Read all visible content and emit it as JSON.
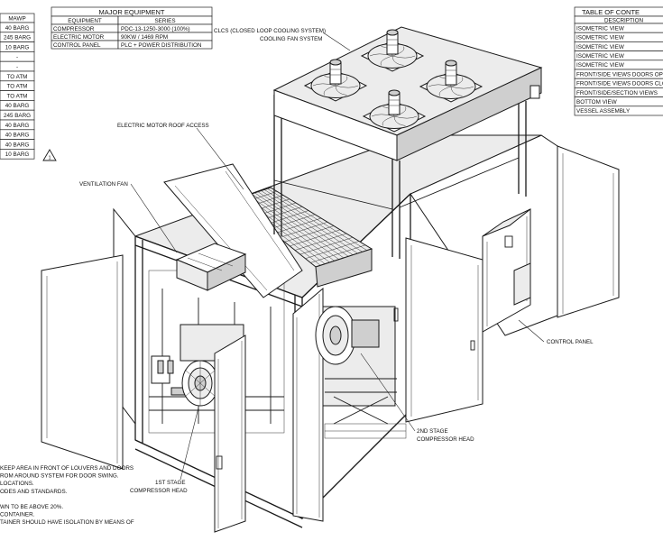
{
  "mawp_table": {
    "header": "MAWP",
    "rows": [
      "40 BARG",
      "245 BARG",
      "10 BARG",
      "-",
      "-",
      "TO ATM",
      "TO ATM",
      "TO ATM",
      "40 BARG",
      "245 BARG",
      "40 BARG",
      "40 BARG",
      "40 BARG",
      "10 BARG"
    ],
    "revision_mark": "1"
  },
  "major_equipment": {
    "title": "MAJOR EQUIPMENT",
    "columns": [
      "EQUIPMENT",
      "SERIES"
    ],
    "rows": [
      [
        "COMPRESSOR",
        "PDC-13-1250-3000 (100%)"
      ],
      [
        "ELECTRIC MOTOR",
        "90KW / 1469 RPM"
      ],
      [
        "CONTROL PANEL",
        "PLC + POWER DISTRIBUTION"
      ]
    ]
  },
  "table_of_contents": {
    "title": "TABLE OF CONTE",
    "column": "DESCRIPTION",
    "rows": [
      "ISOMETRIC VIEW",
      "ISOMETRIC VIEW",
      "ISOMETRIC VIEW",
      "ISOMETRIC VIEW",
      "ISOMETRIC VIEW",
      "FRONT/SIDE VIEWS DOORS OPE",
      "FRONT/SIDE VIEWS DOORS CLO",
      "FRONT/SIDE/SECTION VIEWS",
      "BOTTOM VIEW",
      "VESSEL ASSEMBLY"
    ]
  },
  "callouts": {
    "clcs_line1": "CLCS (CLOSED LOOP COOLING SYSTEM)",
    "clcs_line2": "COOLING FAN SYSTEM",
    "roof_access": "ELECTRIC MOTOR ROOF ACCESS",
    "ventilation_fan": "VENTILATION FAN",
    "control_panel": "CONTROL PANEL",
    "stage2_line1": "2ND STAGE",
    "stage2_line2": "COMPRESSOR HEAD",
    "stage1_line1": "1ST STAGE",
    "stage1_line2": "COMPRESSOR HEAD"
  },
  "notes": [
    "KEEP AREA IN FRONT OF LOUVERS AND DOORS",
    "ROM AROUND SYSTEM FOR DOOR SWING.",
    "LOCATIONS.",
    "ODES AND STANDARDS.",
    "",
    "WN TO BE ABOVE 20%.",
    "CONTAINER.",
    "TAINER SHOULD HAVE ISOLATION BY MEANS OF"
  ]
}
